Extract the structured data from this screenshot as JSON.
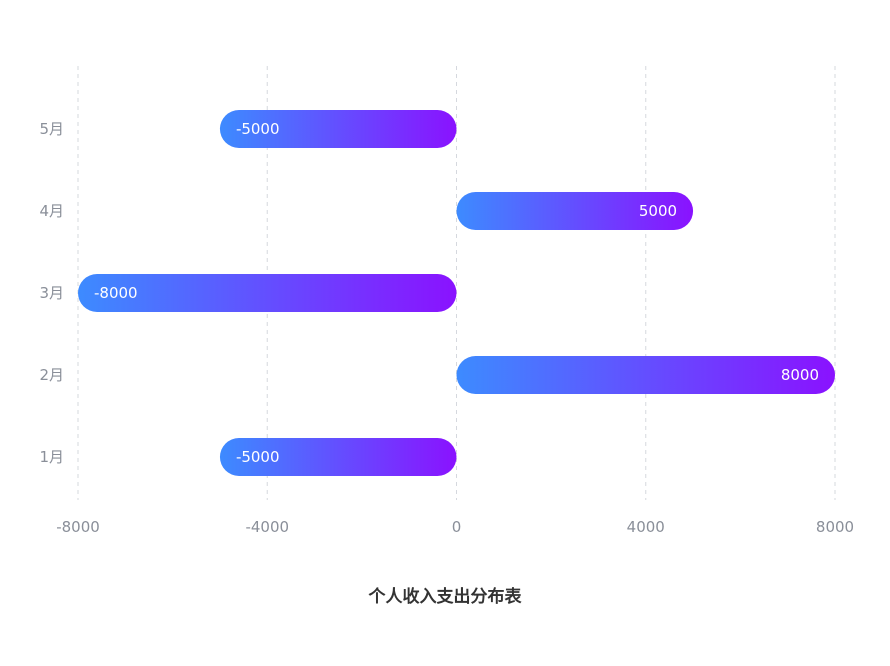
{
  "chart_data": {
    "type": "bar",
    "orientation": "horizontal",
    "title": "个人收入支出分布表",
    "categories": [
      "1月",
      "2月",
      "3月",
      "4月",
      "5月"
    ],
    "values": [
      -5000,
      8000,
      -8000,
      5000,
      -5000
    ],
    "xlim": [
      -8000,
      8000
    ],
    "x_ticks": [
      -8000,
      -4000,
      0,
      4000,
      8000
    ],
    "x_tick_labels": [
      "-8000",
      "-4000",
      "0",
      "4000",
      "8000"
    ],
    "grid": "vertical-dashed",
    "legend": "none",
    "data_labels": [
      "-5000",
      "8000",
      "-8000",
      "5000",
      "-5000"
    ],
    "colors": {
      "bar_gradient_start": "#3d8bff",
      "bar_gradient_end": "#8a12ff",
      "grid": "#d5d8de",
      "tick_text": "#8a8f99",
      "title_text": "#333333"
    }
  }
}
